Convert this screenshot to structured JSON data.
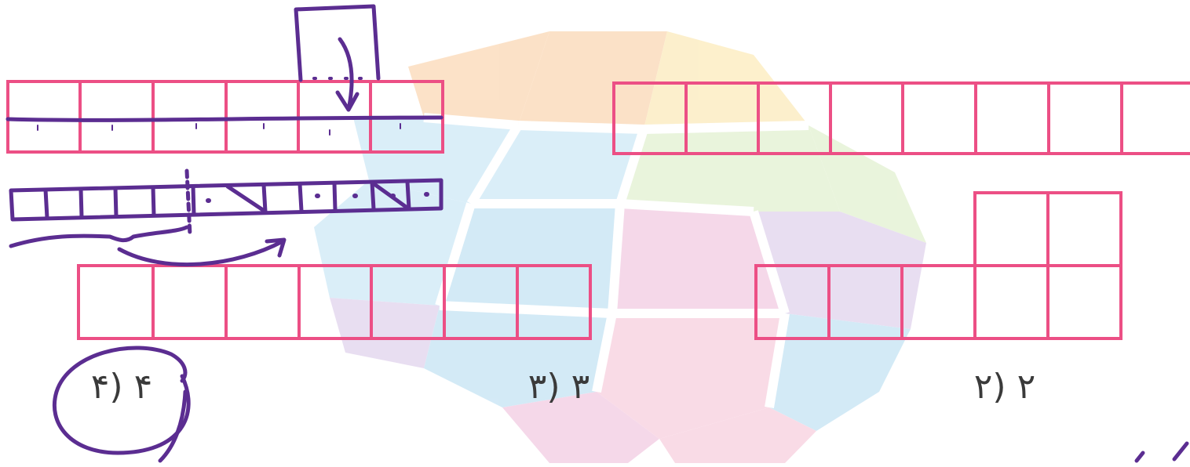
{
  "options": {
    "option_4": "۴ (۴",
    "option_3": "۳ (۳",
    "option_2": "۲ (۲"
  },
  "colors": {
    "grid_stroke": "#ec4f85",
    "ink": "#5b2d91",
    "option_text": "#3a3a3a",
    "watermark": [
      "#f6b36e",
      "#f9d77a",
      "#9fd3ef",
      "#c7e3a4",
      "#e79ac6",
      "#c4a9dc",
      "#8ec9ea",
      "#f0a2c0"
    ]
  },
  "watermark_icon": "geodesic-logo-watermark",
  "annotation_icons": [
    "handwritten-box-drawing",
    "handwritten-arrow",
    "handwritten-circle"
  ]
}
